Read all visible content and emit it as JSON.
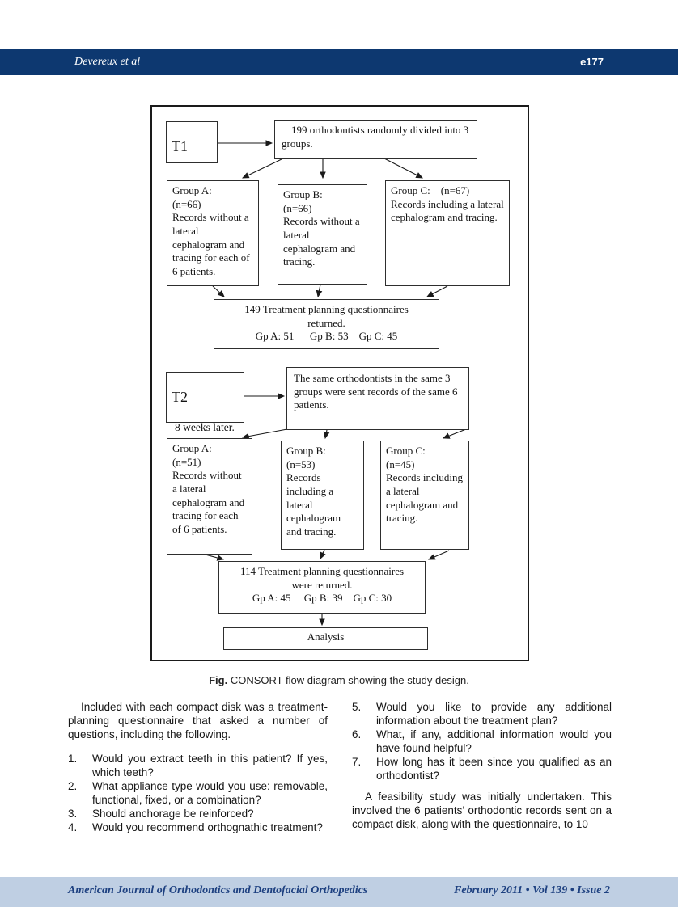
{
  "header": {
    "author": "Devereux et al",
    "page": "e177"
  },
  "diagram": {
    "t1_label": "T1",
    "top_box": "199 orthodontists randomly divided into 3 groups.",
    "row1": {
      "group_a": "Group A:\n(n=66)\nRecords without a lateral cephalogram and tracing for each of 6 patients.",
      "group_b": "Group B:\n(n=66)\nRecords without a lateral cephalogram and tracing.",
      "group_c": "Group C:    (n=67)\nRecords including a lateral cephalogram and tracing."
    },
    "box149": "149 Treatment planning questionnaires\nreturned.\nGp A: 51      Gp B: 53    Gp C: 45",
    "t2_label": "T2",
    "t2_sub": "8 weeks later.",
    "mid_box": "The same orthodontists in the same 3 groups were sent records of the same 6 patients.",
    "row2": {
      "group_a": "Group A:\n(n=51)\nRecords without a lateral cephalogram and tracing for each of 6 patients.",
      "group_b": "Group B:\n(n=53)\nRecords including a lateral cephalogram and tracing.",
      "group_c": "Group C:\n(n=45)\nRecords including a lateral cephalogram and tracing."
    },
    "box114": "114 Treatment planning questionnaires\nwere returned.\nGp A: 45     Gp B: 39    Gp C: 30",
    "analysis": "Analysis"
  },
  "caption": {
    "label": "Fig.",
    "text": " CONSORT flow diagram showing the study design."
  },
  "body": {
    "para1": "Included with each compact disk was a treatment-planning questionnaire that asked a number of questions, including the following.",
    "items": [
      {
        "num": "1.",
        "text": "Would you extract teeth in this patient? If yes, which teeth?"
      },
      {
        "num": "2.",
        "text": "What appliance type would you use: removable, functional, fixed, or a combination?"
      },
      {
        "num": "3.",
        "text": "Should anchorage be reinforced?"
      },
      {
        "num": "4.",
        "text": "Would you recommend orthognathic treatment?"
      },
      {
        "num": "5.",
        "text": "Would you like to provide any additional information about the treatment plan?"
      },
      {
        "num": "6.",
        "text": "What, if any, additional information would you have found helpful?"
      },
      {
        "num": "7.",
        "text": "How long has it been since you qualified as an orthodontist?"
      }
    ],
    "para2": "A feasibility study was initially undertaken. This involved the 6 patients’ orthodontic records sent on a compact disk, along with the questionnaire, to 10"
  },
  "footer": {
    "journal": "American Journal of Orthodontics and Dentofacial Orthopedics",
    "issue": "February 2011 • Vol 139 • Issue 2"
  },
  "colors": {
    "header_bg": "#0d3870",
    "footer_bg": "#bfcfe3",
    "footer_text": "#1d4080"
  }
}
